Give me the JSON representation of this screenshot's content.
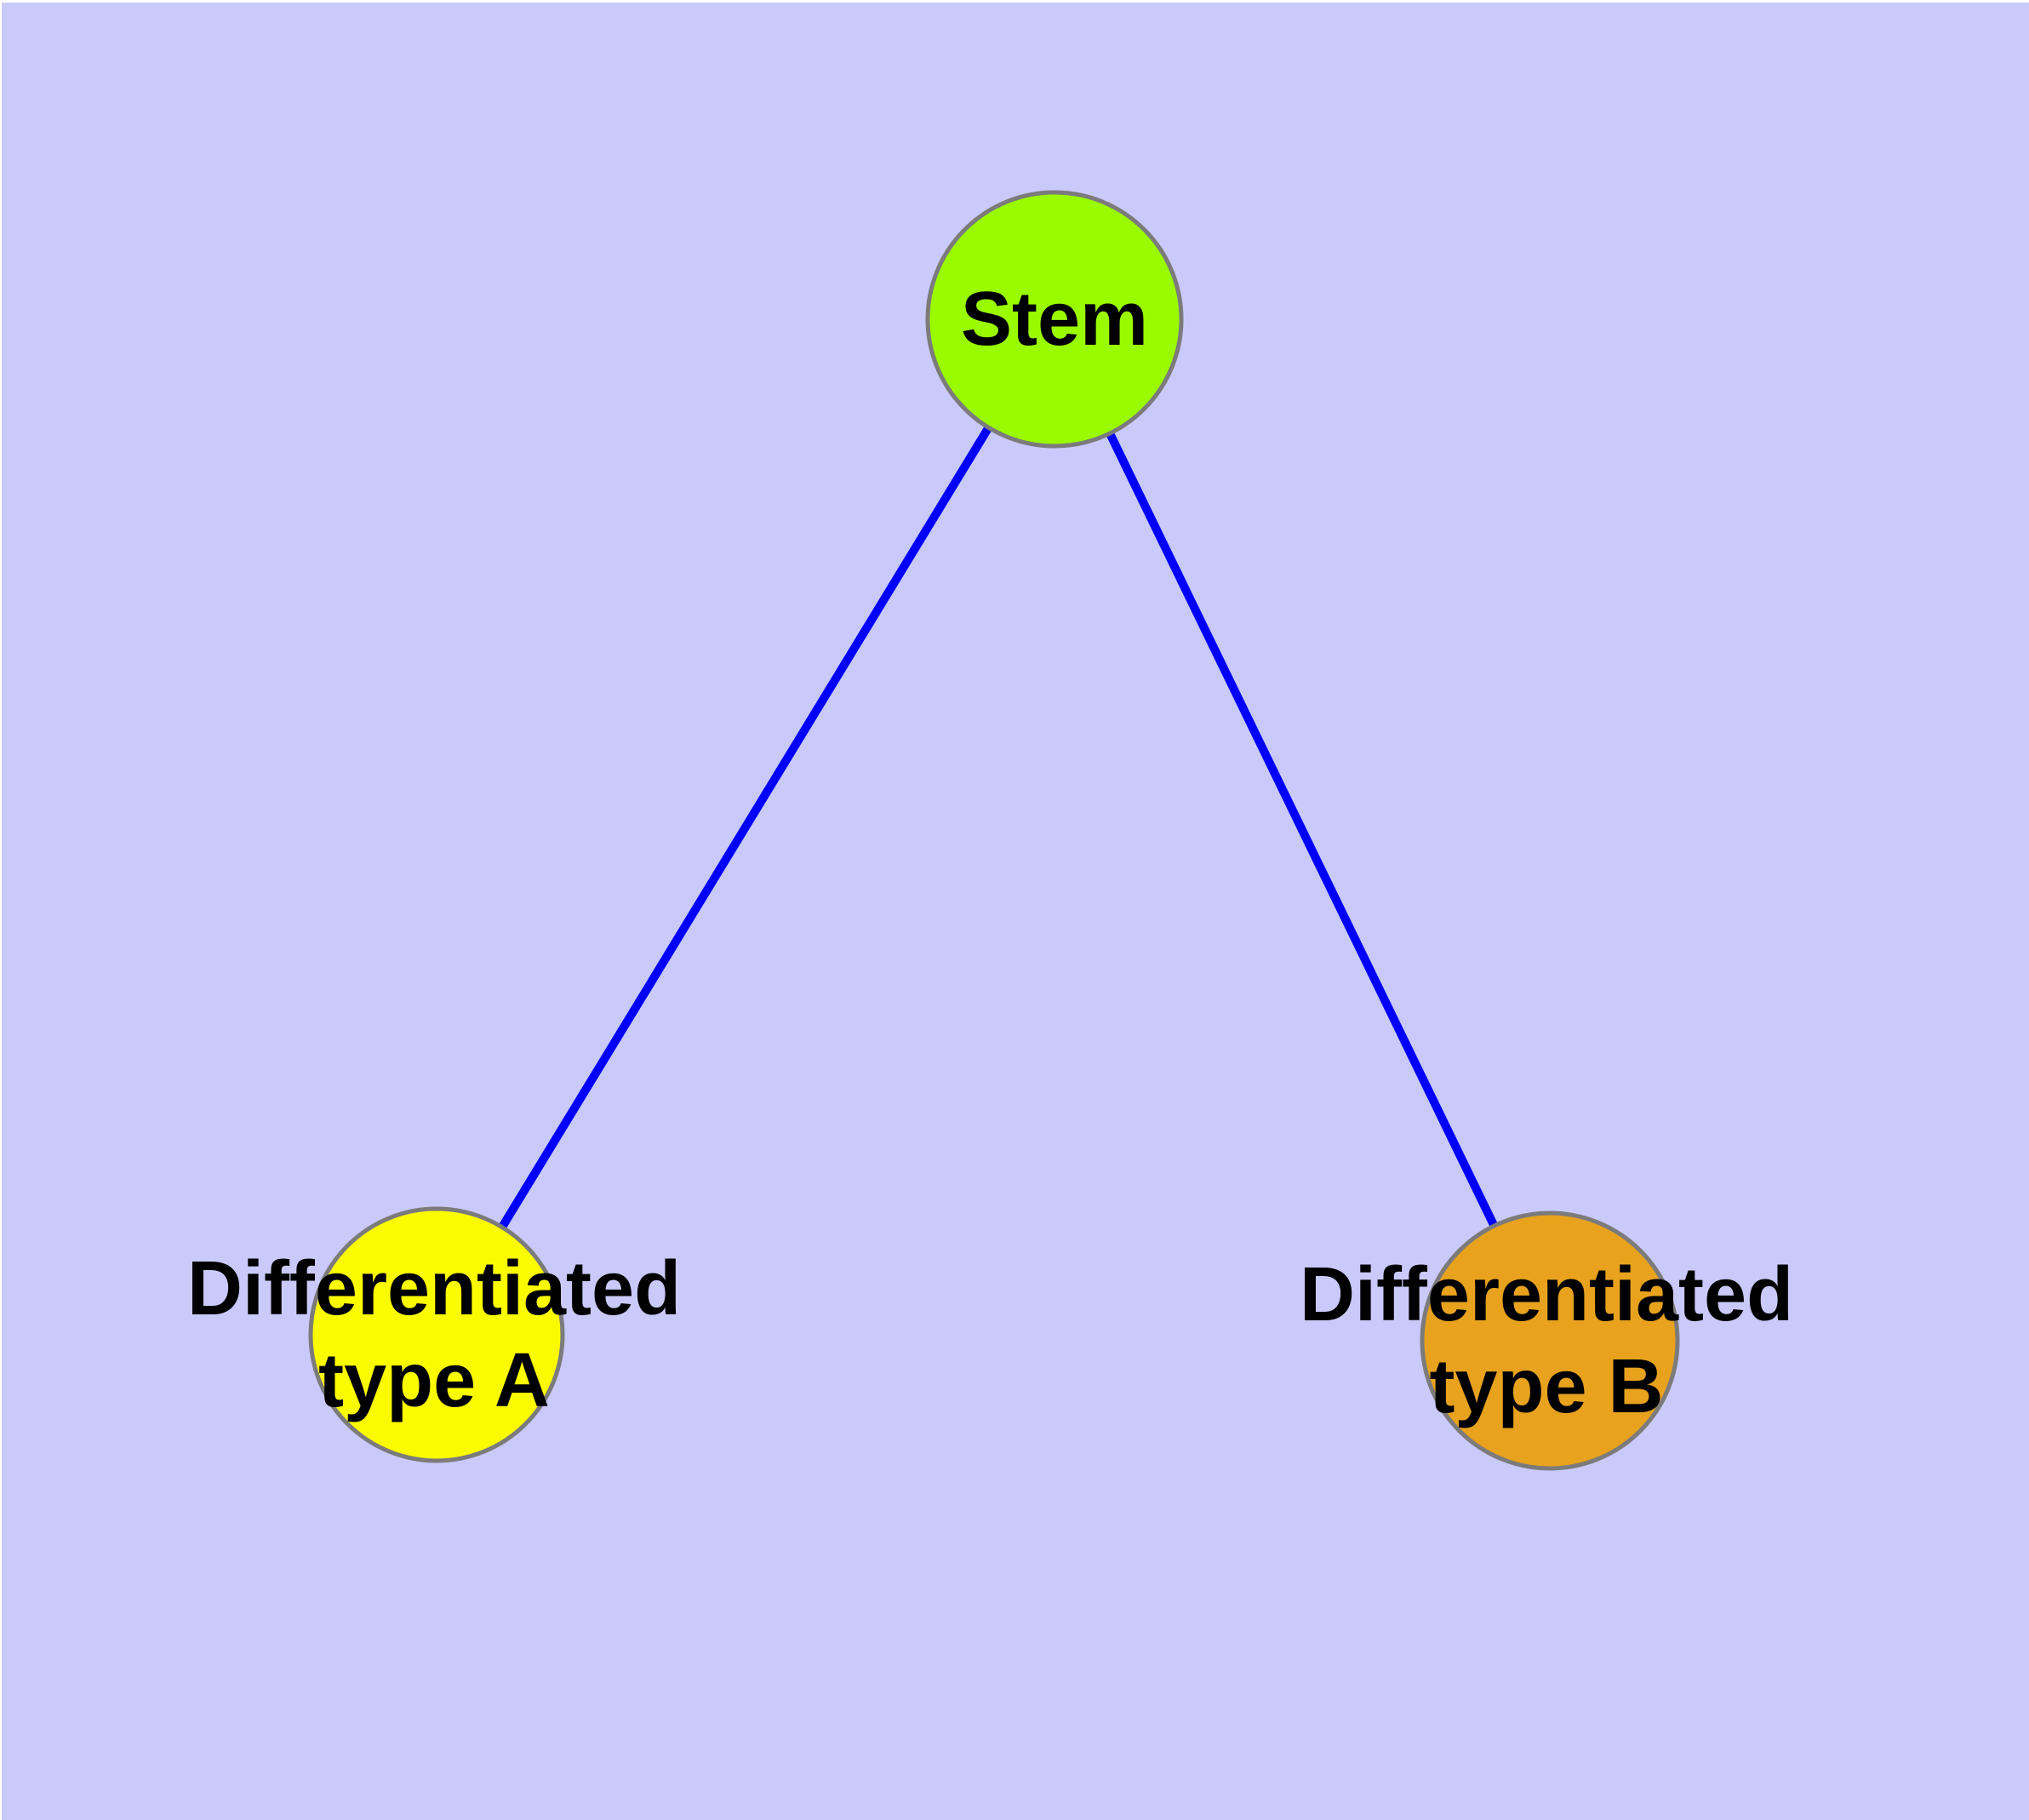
{
  "diagram": {
    "background_color": "#CACAFA",
    "edge_color": "#0000FA",
    "node_border_color": "#7B7B7B",
    "label_color": "#000000",
    "nodes": {
      "stem": {
        "label": "Stem",
        "color": "#9AFB00"
      },
      "type_a": {
        "line1": "Differentiated",
        "line2": "type A",
        "color": "#FBFB00"
      },
      "type_b": {
        "line1": "Differentiated",
        "line2": "type B",
        "color": "#E8A21E"
      }
    },
    "edges": [
      {
        "from": "Stem",
        "to": "Differentiated type A"
      },
      {
        "from": "Stem",
        "to": "Differentiated type B"
      }
    ]
  }
}
